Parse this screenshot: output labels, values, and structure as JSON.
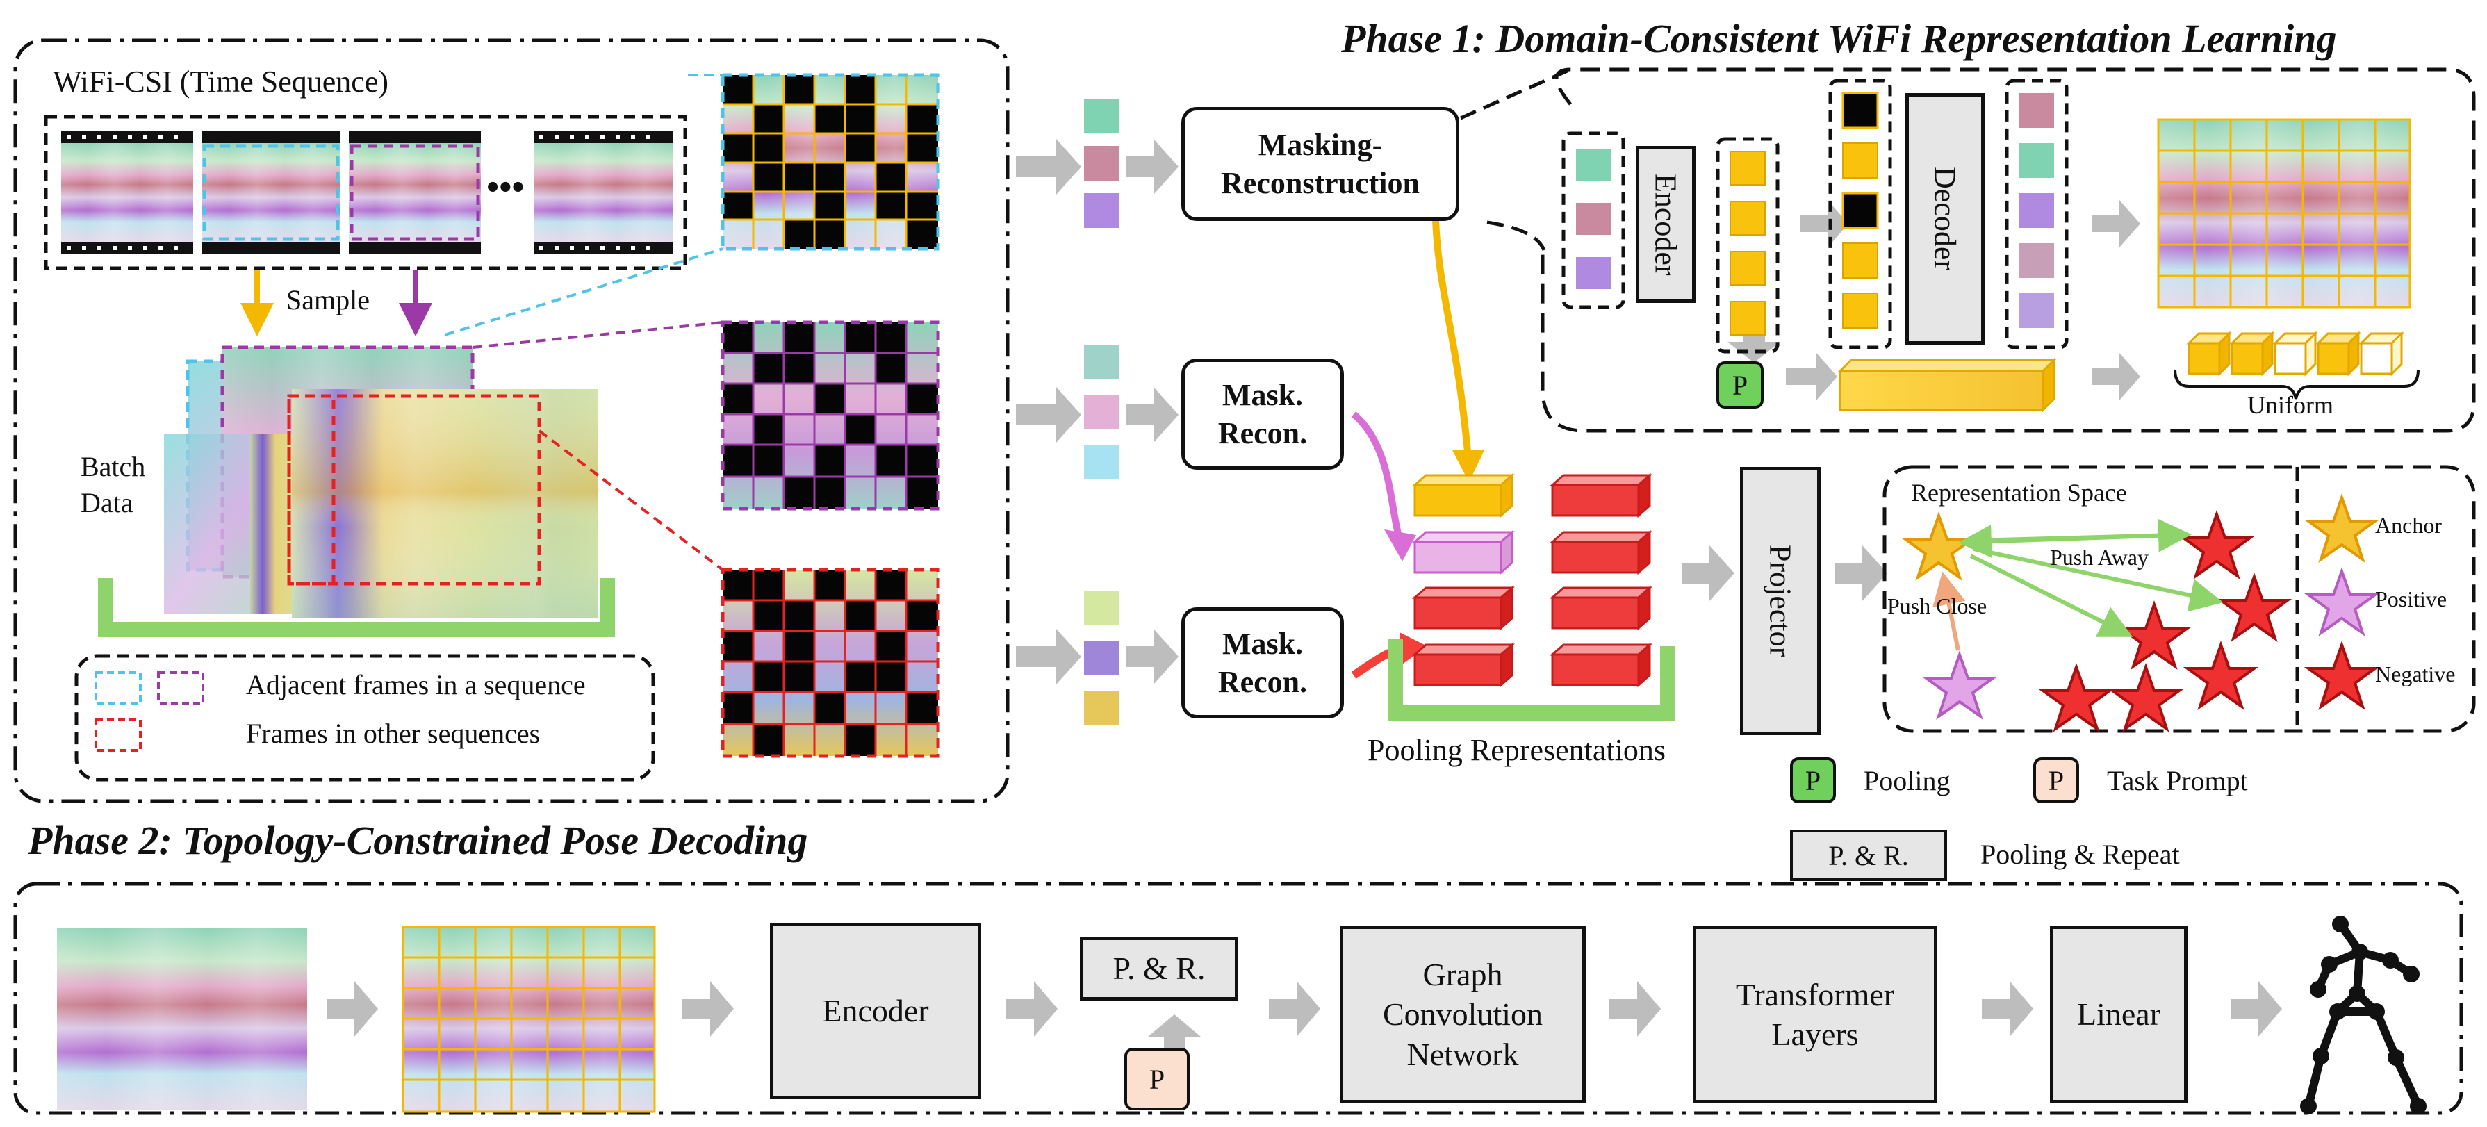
{
  "phase1": {
    "title": "Phase 1: Domain-Consistent WiFi Representation Learning",
    "data_panel": {
      "csi_label": "WiFi-CSI (Time Sequence)",
      "ellipsis": "•••",
      "sample_label": "Sample",
      "batch_label_1": "Batch",
      "batch_label_2": "Data",
      "legend_adjacent": "Adjacent frames in a sequence",
      "legend_other": "Frames in other sequences"
    },
    "masking_box": "Masking-Reconstruction",
    "masking_box_l1": "Masking-",
    "masking_box_l2": "Reconstruction",
    "mask_recon_1": "Mask.",
    "mask_recon_2": "Recon.",
    "encoder": "Encoder",
    "decoder": "Decoder",
    "uniform": "Uniform",
    "pooling_representations": "Pooling Representations",
    "projector": "Projector",
    "rep_space": {
      "title": "Representation Space",
      "push_away": "Push Away",
      "push_close": "Push Close",
      "anchor": "Anchor",
      "positive": "Positive",
      "negative": "Negative"
    },
    "legend": {
      "p_symbol": "P",
      "pooling": "Pooling",
      "task_prompt": "Task Prompt",
      "pr_symbol": "P. & R.",
      "pooling_repeat": "Pooling & Repeat"
    }
  },
  "phase2": {
    "title": "Phase 2: Topology-Constrained Pose Decoding",
    "encoder": "Encoder",
    "pr": "P. & R.",
    "p": "P",
    "gcn_l1": "Graph",
    "gcn_l2": "Convolution",
    "gcn_l3": "Network",
    "transformer_l1": "Transformer",
    "transformer_l2": "Layers",
    "linear": "Linear"
  },
  "colors": {
    "accent_yellow": "#f5b800",
    "accent_purple": "#9b3aa6",
    "accent_red": "#e52222",
    "accent_cyan": "#4fc4e8",
    "accent_green": "#8fd46a",
    "gray_arrow": "#bdbdbd"
  }
}
